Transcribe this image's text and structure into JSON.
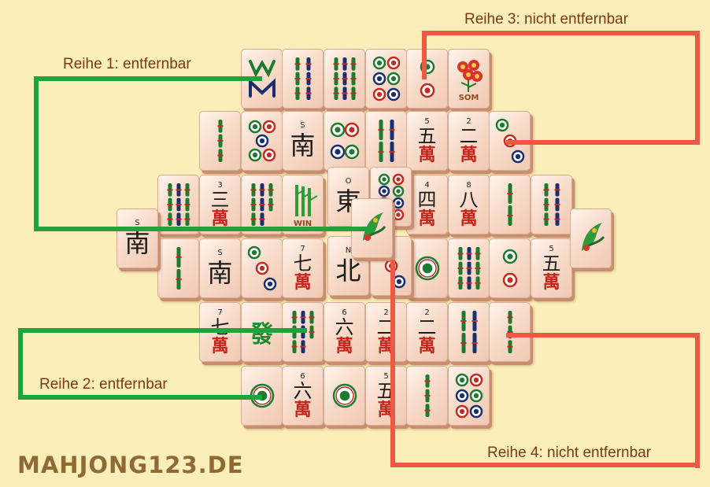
{
  "annotations": {
    "row1": "Reihe 1: entfernbar",
    "row2": "Reihe 2: entfernbar",
    "row3": "Reihe 3: nicht entfernbar",
    "row4": "Reihe 4: nicht entfernbar"
  },
  "logo": "MAHJONG123.DE",
  "colors": {
    "background": "#fbeeb8",
    "removable_line": "#1fa33a",
    "not_removable_line": "#ec5a44",
    "wan_red": "#c8231b"
  },
  "tiles": [
    {
      "suit": "bamboo",
      "rank": 2,
      "icon": "bamboo-w-icon"
    },
    {
      "suit": "bamboo",
      "rank": 6
    },
    {
      "suit": "bamboo",
      "rank": 9
    },
    {
      "suit": "circle",
      "rank": 6
    },
    {
      "suit": "circle",
      "rank": 2
    },
    {
      "suit": "flower",
      "word": "SOM",
      "icon": "chrysanthemum-icon"
    },
    {
      "suit": "bamboo",
      "rank": 3
    },
    {
      "suit": "circle",
      "rank": 5
    },
    {
      "suit": "wind",
      "small": "S",
      "char": "南"
    },
    {
      "suit": "circle",
      "rank": 4
    },
    {
      "suit": "bamboo",
      "rank": 4
    },
    {
      "suit": "character",
      "small": "5",
      "char": "五"
    },
    {
      "suit": "character",
      "small": "2",
      "char": "二"
    },
    {
      "suit": "circle",
      "rank": 3
    },
    {
      "suit": "bamboo",
      "rank": 9
    },
    {
      "suit": "character",
      "small": "3",
      "char": "三"
    },
    {
      "suit": "bamboo",
      "rank": 8
    },
    {
      "suit": "season",
      "word": "WIN",
      "icon": "bamboo-stalk-icon"
    },
    {
      "suit": "wind",
      "small": "O",
      "char": "東"
    },
    {
      "suit": "circle",
      "rank": 8
    },
    {
      "suit": "character",
      "small": "4",
      "char": "四"
    },
    {
      "suit": "character",
      "small": "8",
      "char": "八"
    },
    {
      "suit": "bamboo",
      "rank": 2
    },
    {
      "suit": "bamboo",
      "rank": 6
    },
    {
      "suit": "bamboo",
      "rank": 2
    },
    {
      "suit": "wind",
      "small": "S",
      "char": "南"
    },
    {
      "suit": "circle",
      "rank": 3
    },
    {
      "suit": "character",
      "small": "7",
      "char": "七"
    },
    {
      "suit": "wind",
      "small": "N",
      "char": "北"
    },
    {
      "suit": "circle",
      "rank": 3
    },
    {
      "suit": "circle",
      "rank": 1
    },
    {
      "suit": "bamboo",
      "rank": 9
    },
    {
      "suit": "circle",
      "rank": 2
    },
    {
      "suit": "character",
      "small": "5",
      "char": "五"
    },
    {
      "suit": "character",
      "small": "7",
      "char": "七"
    },
    {
      "suit": "dragon",
      "char": "發"
    },
    {
      "suit": "bamboo",
      "rank": 8
    },
    {
      "suit": "character",
      "small": "6",
      "char": "六"
    },
    {
      "suit": "character",
      "small": "2",
      "char": "二"
    },
    {
      "suit": "character",
      "small": "2",
      "char": "二"
    },
    {
      "suit": "bamboo",
      "rank": 4
    },
    {
      "suit": "bamboo",
      "rank": 3
    },
    {
      "suit": "circle",
      "rank": 1
    },
    {
      "suit": "character",
      "small": "6",
      "char": "六"
    },
    {
      "suit": "circle",
      "rank": 1
    },
    {
      "suit": "character",
      "small": "5",
      "char": "五"
    },
    {
      "suit": "bamboo",
      "rank": 3
    },
    {
      "suit": "circle",
      "rank": 6
    },
    {
      "suit": "wind",
      "small": "S",
      "char": "南"
    },
    {
      "suit": "season",
      "icon": "phoenix-icon"
    },
    {
      "suit": "season",
      "icon": "phoenix-icon"
    }
  ],
  "wan_char": "萬"
}
